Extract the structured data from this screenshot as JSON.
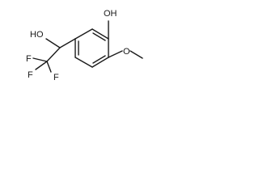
{
  "molecule": {
    "labels": {
      "oh_top": "OH",
      "ho_left": "HO",
      "o_methoxy": "O",
      "f_left": "F",
      "f_right": "F",
      "f_bottom": "F"
    }
  }
}
